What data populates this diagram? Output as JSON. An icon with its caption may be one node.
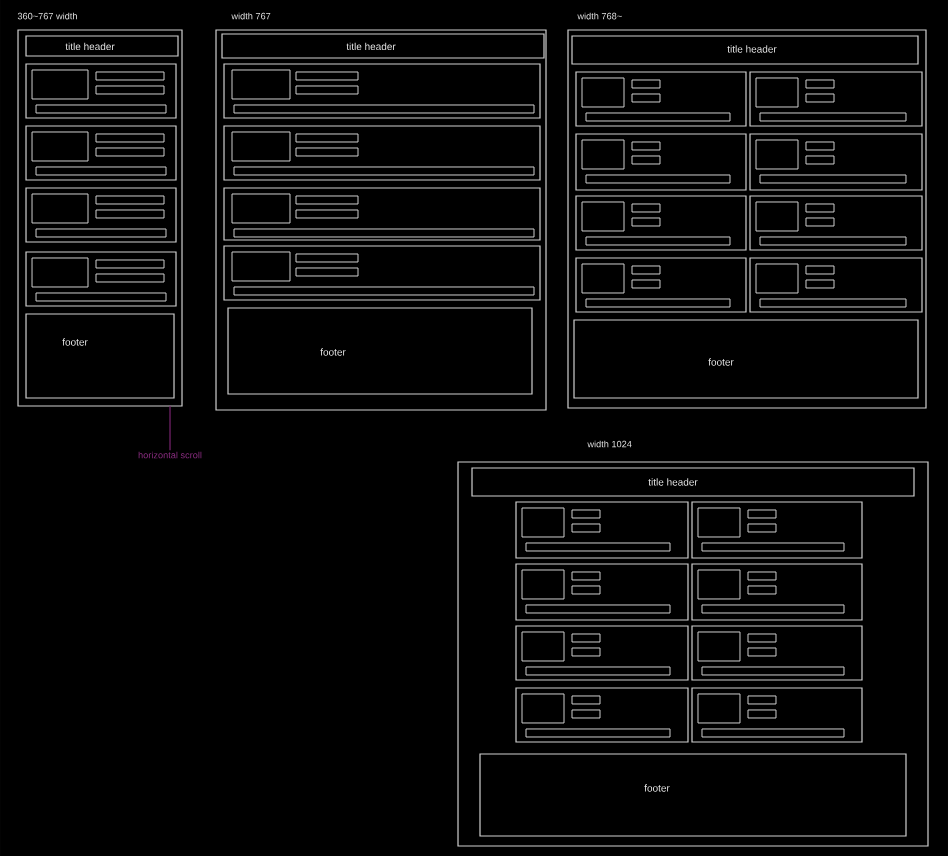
{
  "diagram": {
    "nodes": [
      {
        "text": [
          "360~767 width"
        ]
      },
      {
        "text": [
          "title header"
        ],
        "in": 0
      },
      {
        "text": [],
        "shape": "box",
        "in": 0
      },
      {
        "text": [],
        "shape": "box",
        "in": 0
      },
      {
        "text": [],
        "shape": "box",
        "in": 0
      },
      {
        "text": [],
        "shape": "box",
        "in": 0
      },
      {
        "text": [
          "footer"
        ],
        "in": 0
      },
      {
        "text": [
          "width 767"
        ]
      },
      {
        "text": [
          "title header"
        ],
        "in": 7
      },
      {
        "text": [],
        "shape": "box",
        "in": 7
      },
      {
        "text": [],
        "shape": "box",
        "in": 7
      },
      {
        "text": [],
        "shape": "box",
        "in": 7
      },
      {
        "text": [],
        "shape": "box",
        "in": 7
      },
      {
        "text": [
          "footer"
        ],
        "in": 7
      },
      {
        "text": [
          "width 768~"
        ]
      },
      {
        "text": [
          "title header"
        ],
        "in": 14
      },
      {
        "text": [],
        "shape": "box",
        "in": 14
      },
      {
        "text": [],
        "shape": "box",
        "in": 14
      },
      {
        "text": [],
        "shape": "box",
        "in": 14
      },
      {
        "text": [],
        "shape": "box",
        "in": 14
      },
      {
        "text": [],
        "shape": "box",
        "in": 14
      },
      {
        "text": [],
        "shape": "box",
        "in": 14
      },
      {
        "text": [],
        "shape": "box",
        "in": 14
      },
      {
        "text": [],
        "shape": "box",
        "in": 14
      },
      {
        "text": [
          "footer"
        ],
        "in": 14
      },
      {
        "text": [
          "horizontal scroll"
        ]
      },
      {
        "text": [
          "width 1024"
        ]
      },
      {
        "text": [
          "title header"
        ],
        "in": 26
      },
      {
        "text": [],
        "shape": "box",
        "in": 26
      },
      {
        "text": [],
        "shape": "box",
        "in": 26
      },
      {
        "text": [],
        "shape": "box",
        "in": 26
      },
      {
        "text": [],
        "shape": "box",
        "in": 26
      },
      {
        "text": [],
        "shape": "box",
        "in": 26
      },
      {
        "text": [],
        "shape": "box",
        "in": 26
      },
      {
        "text": [],
        "shape": "box",
        "in": 26
      },
      {
        "text": [],
        "shape": "box",
        "in": 26
      },
      {
        "text": [
          "footer"
        ],
        "in": 26
      }
    ],
    "edges": [
      {
        "from": 25,
        "to": 0,
        "arrow": "none",
        "color": "#7a2470"
      }
    ]
  }
}
